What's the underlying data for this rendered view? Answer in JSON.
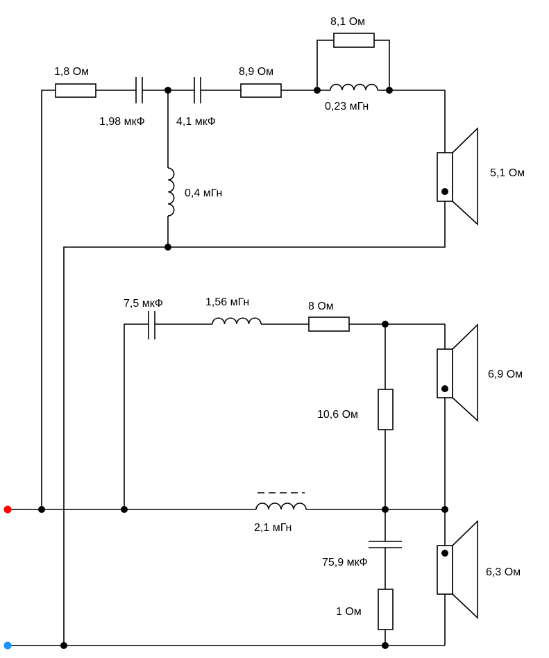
{
  "labels": {
    "r_tw_series": "1,8 Ом",
    "c_tw_1": "1,98 мкФ",
    "c_tw_2": "4,1 мкФ",
    "r_tw_2": "8,9 Ом",
    "r_tw_parallel": "8,1 Ом",
    "l_tw_notch": "0,23 мГн",
    "l_tw_shunt": "0,4 мГн",
    "spk_tweeter": "5,1 Ом",
    "c_mid": "7,5 мкФ",
    "l_mid": "1,56 мГн",
    "r_mid": "8 Ом",
    "r_mid_shunt": "10,6 Ом",
    "spk_mid": "6,9 Ом",
    "l_woofer": "2,1 мГн",
    "c_zobel": "75,9 мкФ",
    "r_zobel": "1 Ом",
    "spk_woofer": "6,3 Ом"
  },
  "colors": {
    "wire": "#000000",
    "terminal_positive": "#ff0000",
    "terminal_negative": "#1e90ff"
  }
}
